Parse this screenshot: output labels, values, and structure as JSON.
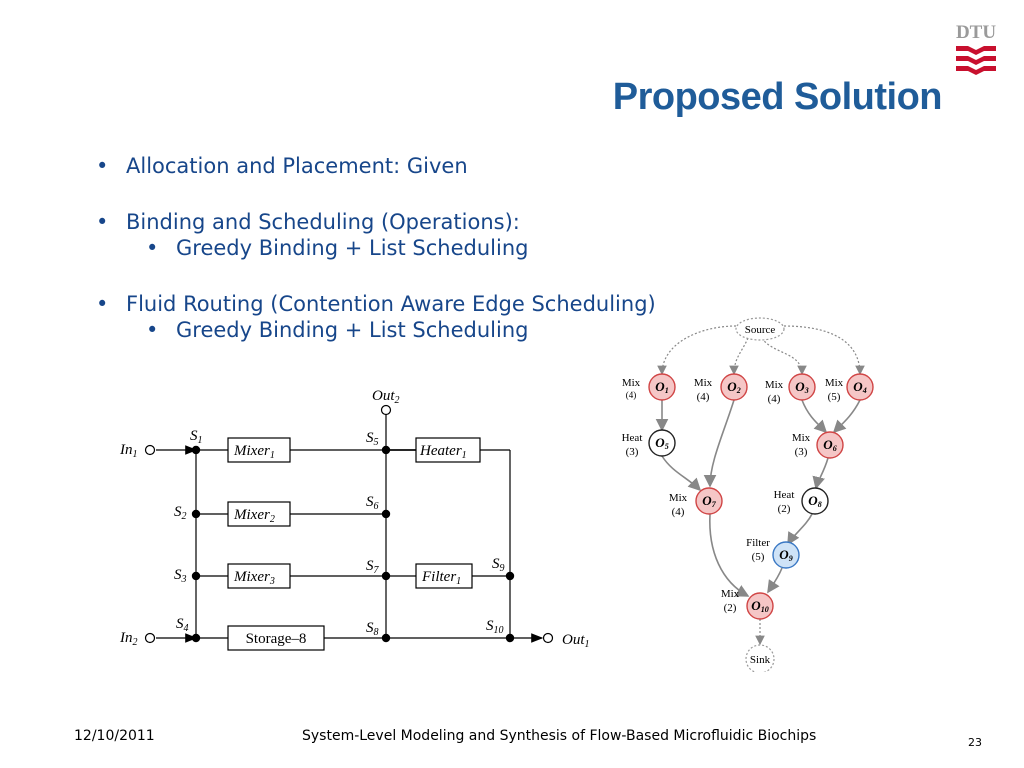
{
  "slide": {
    "title": "Proposed Solution",
    "bullets": [
      {
        "text": "Allocation and Placement: Given"
      },
      {
        "text": "Binding and Scheduling (Operations):",
        "sub": "Greedy Binding + List Scheduling"
      },
      {
        "text": "Fluid Routing (Contention Aware Edge Scheduling)",
        "sub": "Greedy Binding + List Scheduling"
      }
    ],
    "bullet_glyph": "•"
  },
  "footer": {
    "date": "12/10/2011",
    "center": "System-Level Modeling and Synthesis of Flow-Based Microfluidic Biochips",
    "page": "23"
  },
  "logo": {
    "text": "DTU",
    "color": "#c8102e"
  },
  "colors": {
    "title": "#1f5c99",
    "bullet": "#17468a",
    "mix_fill": "#f5c6c6",
    "mix_stroke": "#d04545",
    "filter_fill": "#cfe3f7",
    "filter_stroke": "#3a78c4"
  },
  "circuit": {
    "inputs": [
      {
        "name": "In",
        "sub": "1"
      },
      {
        "name": "In",
        "sub": "2"
      }
    ],
    "outputs": [
      {
        "name": "Out",
        "sub": "2"
      },
      {
        "name": "Out",
        "sub": "1"
      }
    ],
    "switches": [
      {
        "name": "S",
        "sub": "1"
      },
      {
        "name": "S",
        "sub": "2"
      },
      {
        "name": "S",
        "sub": "3"
      },
      {
        "name": "S",
        "sub": "4"
      },
      {
        "name": "S",
        "sub": "5"
      },
      {
        "name": "S",
        "sub": "6"
      },
      {
        "name": "S",
        "sub": "7"
      },
      {
        "name": "S",
        "sub": "8"
      },
      {
        "name": "S",
        "sub": "9"
      },
      {
        "name": "S",
        "sub": "10"
      }
    ],
    "components": [
      {
        "name": "Mixer",
        "sub": "1"
      },
      {
        "name": "Mixer",
        "sub": "2"
      },
      {
        "name": "Mixer",
        "sub": "3"
      },
      {
        "name": "Heater",
        "sub": "1"
      },
      {
        "name": "Filter",
        "sub": "1"
      },
      {
        "name": "Storage–8",
        "sub": ""
      }
    ]
  },
  "graph": {
    "source": "Source",
    "sink": "Sink",
    "ops": [
      {
        "id": "O",
        "sub": "1",
        "type": "Mix",
        "dur": "(4)"
      },
      {
        "id": "O",
        "sub": "2",
        "type": "Mix",
        "dur": "(4)"
      },
      {
        "id": "O",
        "sub": "3",
        "type": "Mix",
        "dur": "(4)"
      },
      {
        "id": "O",
        "sub": "4",
        "type": "Mix",
        "dur": "(5)"
      },
      {
        "id": "O",
        "sub": "5",
        "type": "Heat",
        "dur": "(3)"
      },
      {
        "id": "O",
        "sub": "6",
        "type": "Mix",
        "dur": "(3)"
      },
      {
        "id": "O",
        "sub": "7",
        "type": "Mix",
        "dur": "(4)"
      },
      {
        "id": "O",
        "sub": "8",
        "type": "Heat",
        "dur": "(2)"
      },
      {
        "id": "O",
        "sub": "9",
        "type": "Filter",
        "dur": "(5)"
      },
      {
        "id": "O",
        "sub": "10",
        "type": "Mix",
        "dur": "(2)"
      }
    ]
  }
}
